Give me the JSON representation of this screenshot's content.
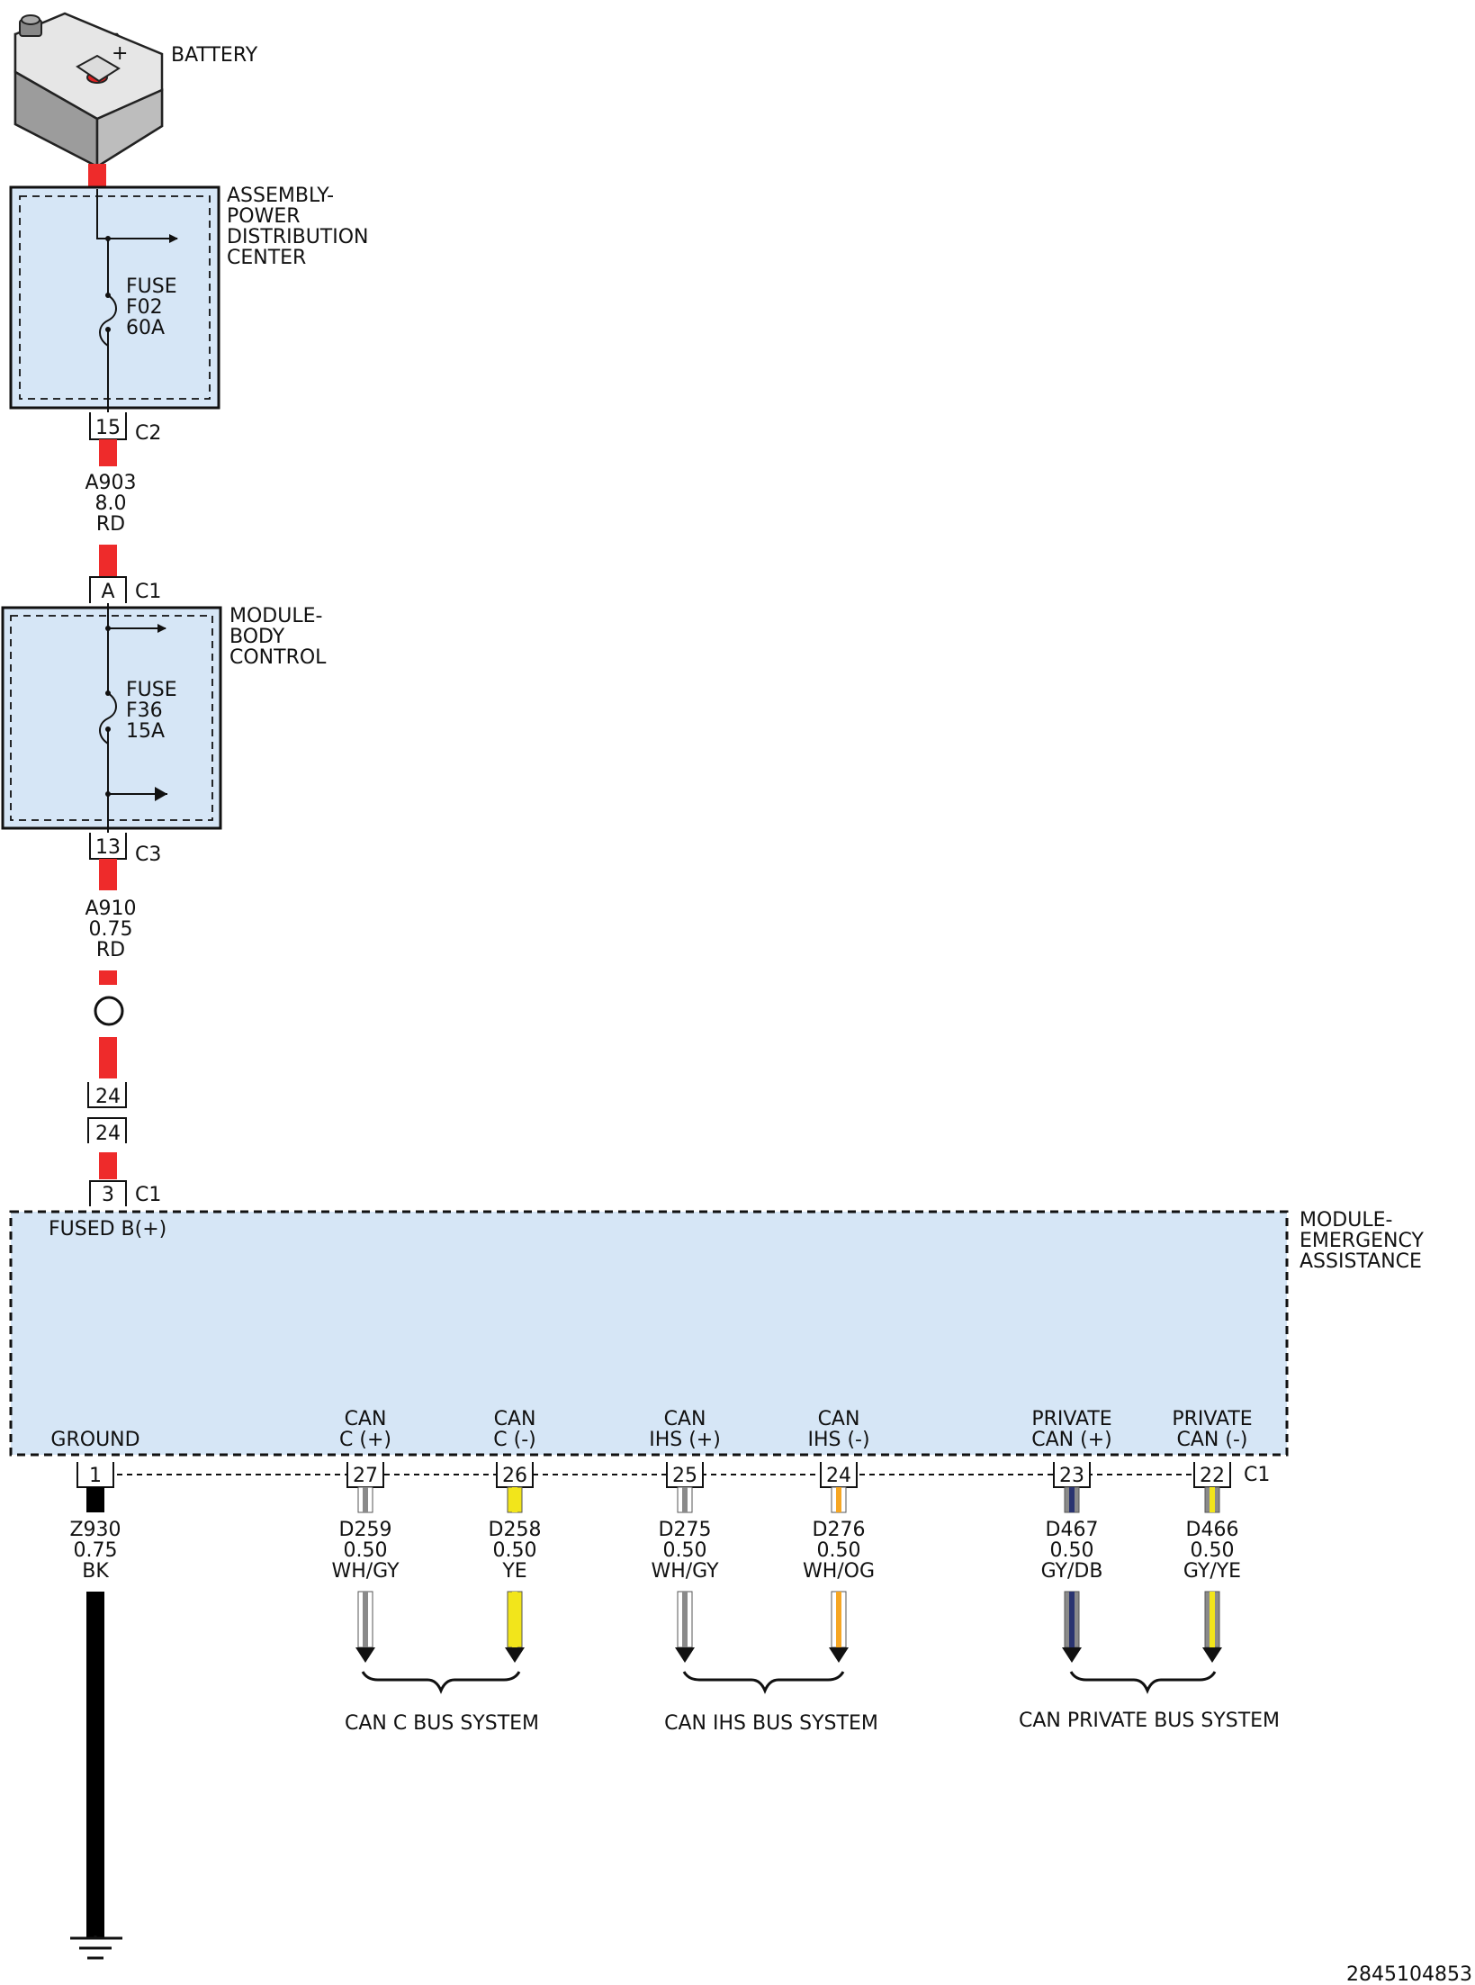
{
  "colors": {
    "red_wire": "#ee2b2b",
    "black_wire": "#000000",
    "white_stripe": "#ffffff",
    "gray_wire": "#8a8a8a",
    "yellow_wire": "#f2e51b",
    "orange_wire": "#f6a623",
    "dark_blue_wire": "#2a3470",
    "box_fill": "#d6e6f6",
    "outline": "#111111"
  },
  "battery": {
    "label": "BATTERY"
  },
  "pdc": {
    "name_lines": [
      "ASSEMBLY-",
      "POWER",
      "DISTRIBUTION",
      "CENTER"
    ],
    "fuse_lines": [
      "FUSE",
      "F02",
      "60A"
    ],
    "pin": "15",
    "connector": "C2"
  },
  "wire_a903": {
    "lines": [
      "A903",
      "8.0",
      "RD"
    ]
  },
  "bcm": {
    "name_lines": [
      "MODULE-",
      "BODY",
      "CONTROL"
    ],
    "pin_in": "A",
    "connector_in": "C1",
    "fuse_lines": [
      "FUSE",
      "F36",
      "15A"
    ],
    "pin_out": "13",
    "connector_out": "C3"
  },
  "wire_a910": {
    "lines": [
      "A910",
      "0.75",
      "RD"
    ]
  },
  "inline_connector": {
    "pin_top": "24",
    "pin_bottom": "24"
  },
  "module_ea": {
    "name_lines": [
      "MODULE-",
      "EMERGENCY",
      "ASSISTANCE"
    ],
    "power_pin": "3",
    "power_connector": "C1",
    "power_label": "FUSED B(+)",
    "connector": "C1"
  },
  "pins": [
    {
      "pin": "1",
      "label_lines": [
        "",
        "GROUND"
      ],
      "wire_lines": [
        "Z930",
        "0.75",
        "BK"
      ]
    },
    {
      "pin": "27",
      "label_lines": [
        "CAN",
        "C (+)"
      ],
      "wire_lines": [
        "D259",
        "0.50",
        "WH/GY"
      ]
    },
    {
      "pin": "26",
      "label_lines": [
        "CAN",
        "C (-)"
      ],
      "wire_lines": [
        "D258",
        "0.50",
        "YE"
      ]
    },
    {
      "pin": "25",
      "label_lines": [
        "CAN",
        "IHS (+)"
      ],
      "wire_lines": [
        "D275",
        "0.50",
        "WH/GY"
      ]
    },
    {
      "pin": "24",
      "label_lines": [
        "CAN",
        "IHS (-)"
      ],
      "wire_lines": [
        "D276",
        "0.50",
        "WH/OG"
      ]
    },
    {
      "pin": "23",
      "label_lines": [
        "PRIVATE",
        "CAN (+)"
      ],
      "wire_lines": [
        "D467",
        "0.50",
        "GY/DB"
      ]
    },
    {
      "pin": "22",
      "label_lines": [
        "PRIVATE",
        "CAN (-)"
      ],
      "wire_lines": [
        "D466",
        "0.50",
        "GY/YE"
      ]
    }
  ],
  "bus_systems": [
    "CAN C BUS SYSTEM",
    "CAN IHS BUS SYSTEM",
    "CAN PRIVATE BUS SYSTEM"
  ],
  "figure_id": "2845104853"
}
